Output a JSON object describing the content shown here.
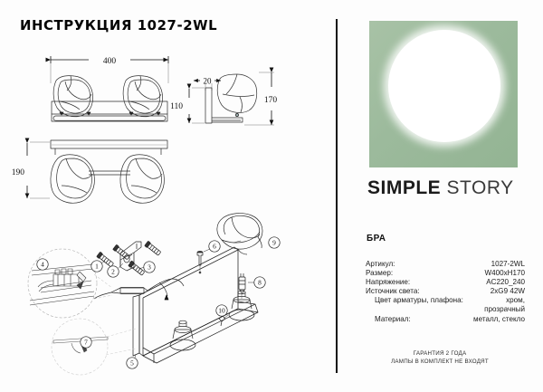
{
  "document": {
    "title": "ИНСТРУКЦИЯ 1027-2WL"
  },
  "brand": {
    "word1": "SIMPLE",
    "word2": "STORY",
    "logo_color": "#9cba9c",
    "logo_shape": "green-square-with-white-circle"
  },
  "product": {
    "type_label": "БРА",
    "specs": [
      {
        "key": "Артикул:",
        "value": "1027-2WL"
      },
      {
        "key": "Размер:",
        "value": "W400xH170"
      },
      {
        "key": "Напряжение:",
        "value": "AC220_240"
      },
      {
        "key": "Источник света:",
        "value": "2xG9 42W"
      },
      {
        "key": "Цвет арматуры, плафона:",
        "value": "хром,",
        "value2": "прозрачный"
      },
      {
        "key": "Материал:",
        "value": "металл, стекло"
      }
    ]
  },
  "footer": {
    "line1": "ГАРАНТИЯ 2 ГОДА",
    "line2": "ЛАМПЫ В КОМПЛЕКТ НЕ ВХОДЯТ"
  },
  "drawings": {
    "front_view": {
      "width_dim": "400"
    },
    "side_view": {
      "depth_dim": "20",
      "bracket_dim": "110",
      "height_dim": "170"
    },
    "bottom_view": {
      "height_dim": "190"
    },
    "assembly_callouts": [
      "1",
      "2",
      "3",
      "4",
      "5",
      "6",
      "7",
      "8",
      "9",
      "10"
    ]
  }
}
